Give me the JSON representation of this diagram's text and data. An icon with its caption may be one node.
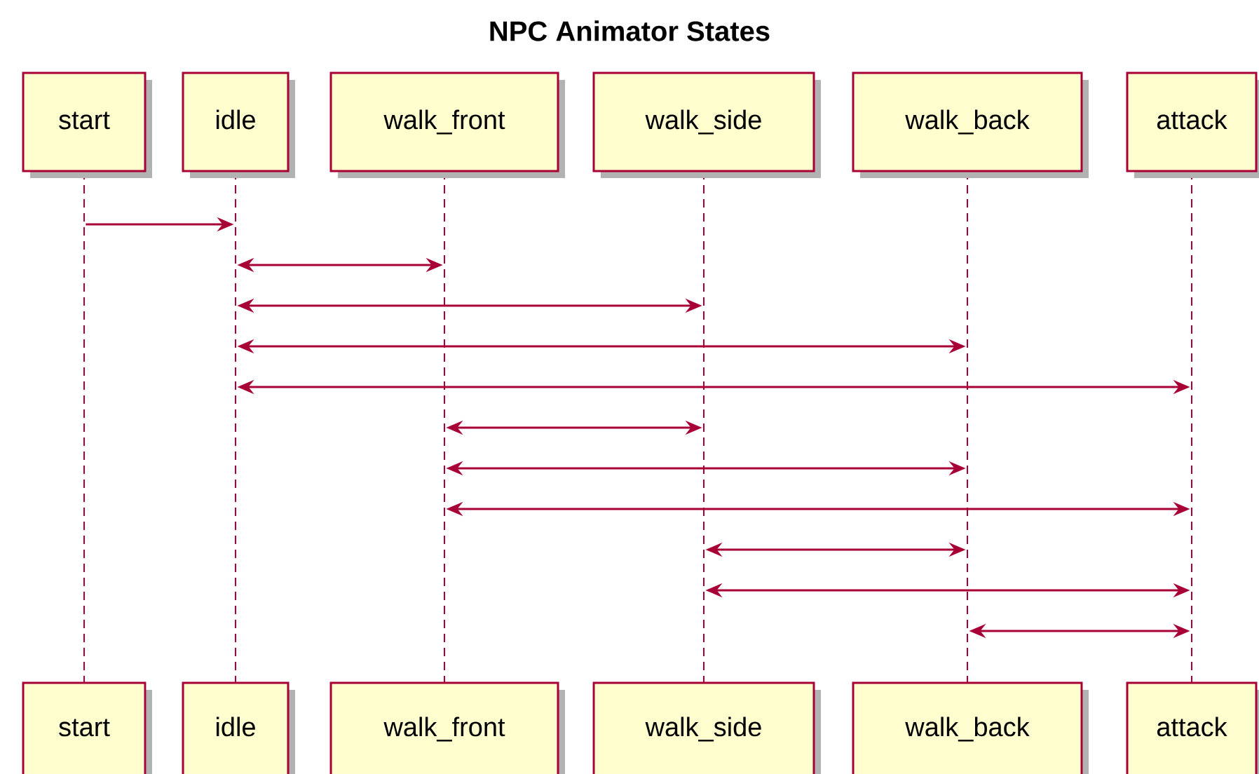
{
  "diagram": {
    "title": "NPC Animator States",
    "nodes": [
      {
        "text": [
          "start"
        ]
      },
      {
        "text": [
          "idle"
        ]
      },
      {
        "text": [
          "walk_front"
        ]
      },
      {
        "text": [
          "walk_side"
        ]
      },
      {
        "text": [
          "walk_back"
        ]
      },
      {
        "text": [
          "attack"
        ]
      },
      {
        "text": [
          "start"
        ]
      },
      {
        "text": [
          "idle"
        ]
      },
      {
        "text": [
          "walk_front"
        ]
      },
      {
        "text": [
          "walk_side"
        ]
      },
      {
        "text": [
          "walk_back"
        ]
      },
      {
        "text": [
          "attack"
        ]
      },
      {
        "text": [],
        "shape": "line"
      },
      {
        "text": [],
        "shape": "line"
      },
      {
        "text": [],
        "shape": "line"
      },
      {
        "text": [],
        "shape": "line"
      },
      {
        "text": [],
        "shape": "line"
      },
      {
        "text": [],
        "shape": "line"
      }
    ],
    "edges": [
      {
        "from": 12,
        "to": 13,
        "arrow": "to"
      },
      {
        "from": 13,
        "to": 14,
        "arrow": "both"
      },
      {
        "from": 13,
        "to": 15,
        "arrow": "both"
      },
      {
        "from": 13,
        "to": 16,
        "arrow": "both"
      },
      {
        "from": 13,
        "to": 17,
        "arrow": "both"
      },
      {
        "from": 14,
        "to": 15,
        "arrow": "both"
      },
      {
        "from": 14,
        "to": 16,
        "arrow": "both"
      },
      {
        "from": 14,
        "to": 17,
        "arrow": "both"
      },
      {
        "from": 15,
        "to": 16,
        "arrow": "both"
      },
      {
        "from": 15,
        "to": 17,
        "arrow": "both"
      },
      {
        "from": 16,
        "to": 17,
        "arrow": "both"
      }
    ]
  }
}
